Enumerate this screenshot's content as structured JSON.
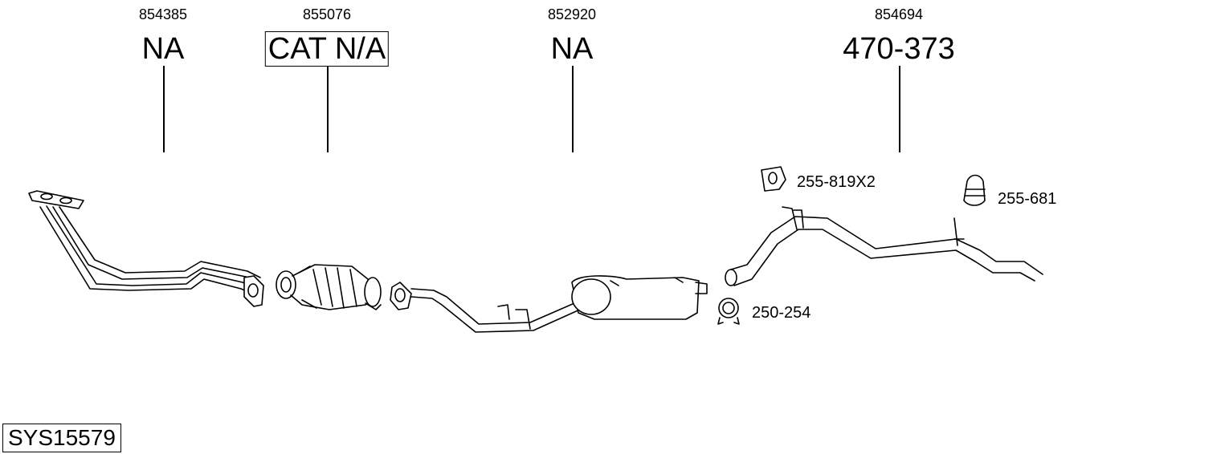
{
  "parts": [
    {
      "id": "part-854385",
      "ref": "854385",
      "code": "NA",
      "boxed": false
    },
    {
      "id": "part-855076",
      "ref": "855076",
      "code": "CAT N/A",
      "boxed": true
    },
    {
      "id": "part-852920",
      "ref": "852920",
      "code": "NA",
      "boxed": false
    },
    {
      "id": "part-854694",
      "ref": "854694",
      "code": "470-373",
      "boxed": false
    }
  ],
  "accessories": [
    {
      "label": "255-819X2",
      "icon": "rubber-hanger-icon"
    },
    {
      "label": "255-681",
      "icon": "rubber-mount-icon"
    },
    {
      "label": "250-254",
      "icon": "pipe-clamp-icon"
    }
  ],
  "system_id": "SYS15579"
}
